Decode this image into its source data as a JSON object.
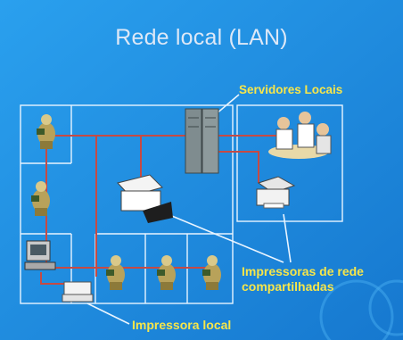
{
  "slide": {
    "title": "Rede local (LAN)",
    "labels": {
      "local_servers": "Servidores Locais",
      "network_printers_line1": "Impressoras de rede",
      "network_printers_line2": "compartilhadas",
      "local_printer": "Impressora local"
    }
  },
  "colors": {
    "background": "#1c8fe0",
    "title": "#dde8f7",
    "label": "#f7e64a",
    "cable": "#c64a44",
    "room_outline": "#e8f4ff",
    "pointer": "#e8f4ff"
  },
  "icons": {
    "workstation": "user-computer-icon",
    "server": "server-rack-icon",
    "printer": "printer-icon",
    "meeting": "meeting-people-icon"
  }
}
